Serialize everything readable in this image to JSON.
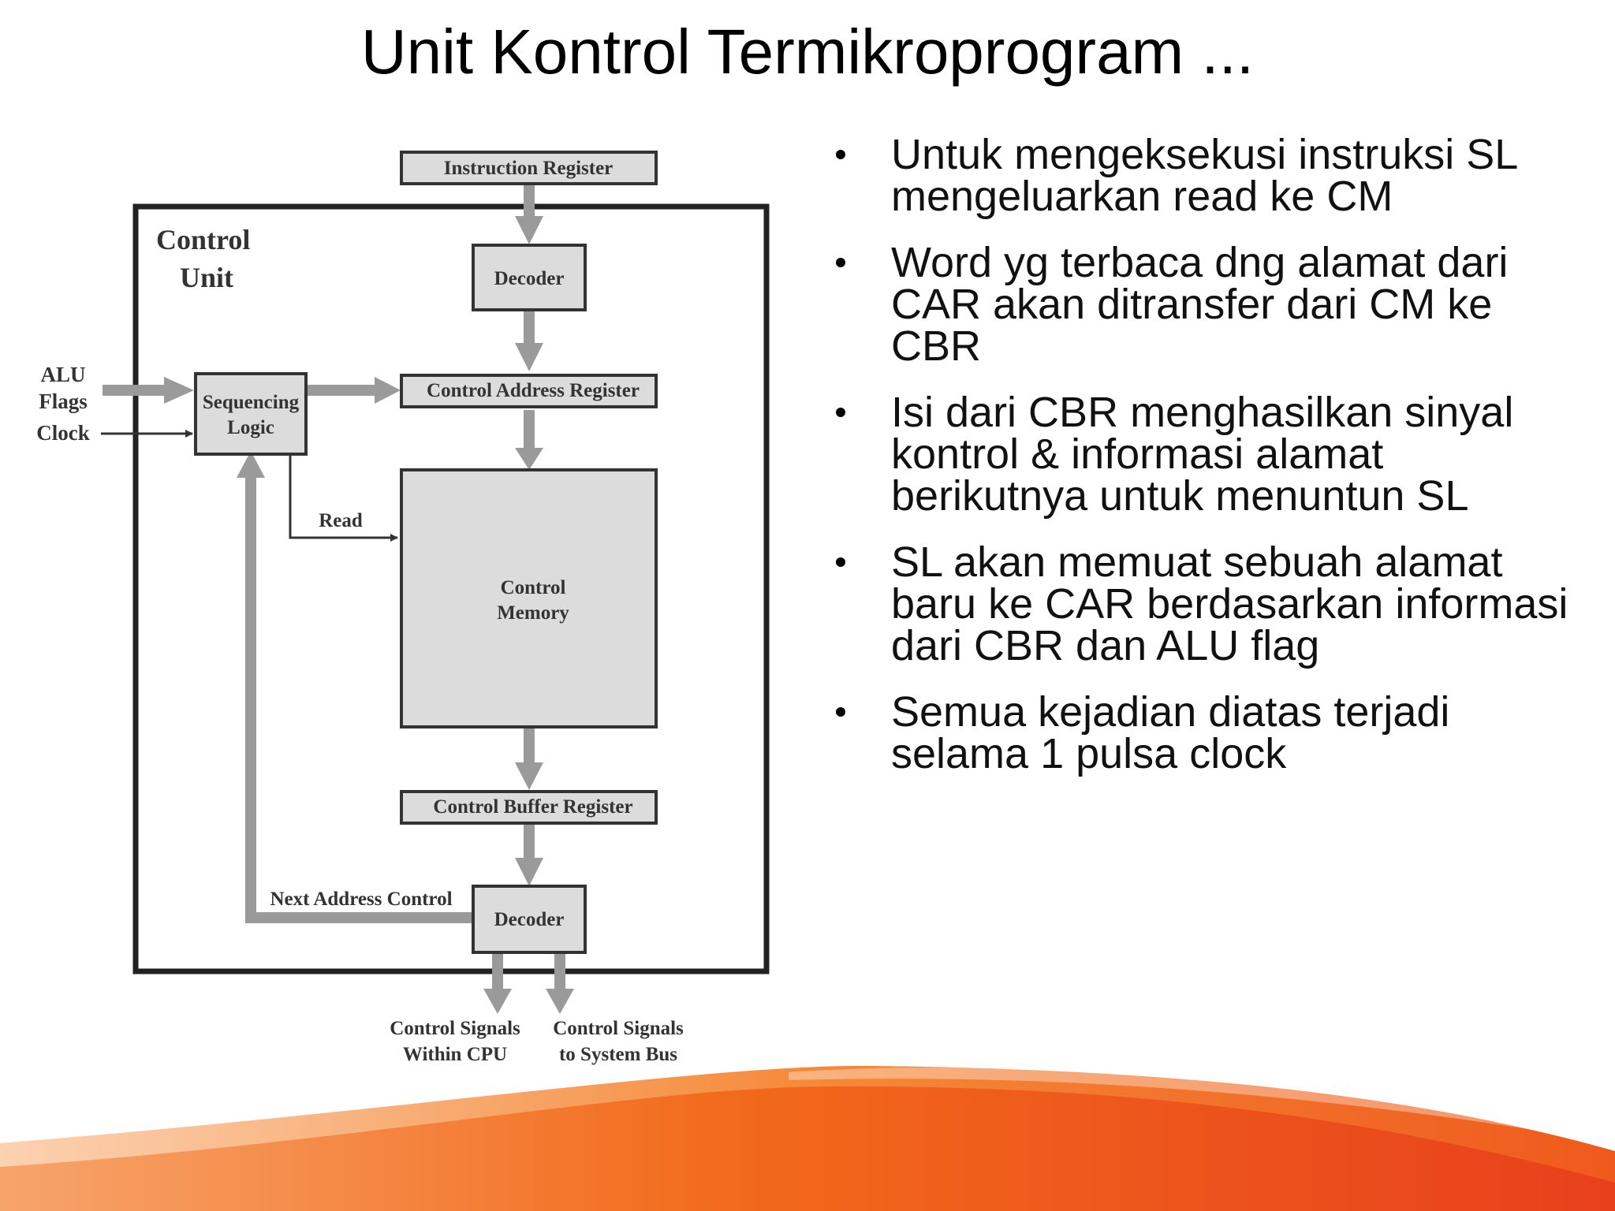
{
  "slide": {
    "title": "Unit Kontrol Termikroprogram ..."
  },
  "diagram": {
    "instruction_register": "Instruction Register",
    "decoder_top": "Decoder",
    "control_unit_line1": "Control",
    "control_unit_line2": "Unit",
    "alu_flags_line1": "ALU",
    "alu_flags_line2": "Flags",
    "clock": "Clock",
    "sequencing_logic_line1": "Sequencing",
    "sequencing_logic_line2": "Logic",
    "control_address_register": "Control Address Register",
    "read": "Read",
    "control_memory_line1": "Control",
    "control_memory_line2": "Memory",
    "control_buffer_register": "Control Buffer Register",
    "next_address_control": "Next Address Control",
    "decoder_bottom": "Decoder",
    "signals_cpu_line1": "Control Signals",
    "signals_cpu_line2": "Within CPU",
    "signals_bus_line1": "Control Signals",
    "signals_bus_line2": "to System Bus"
  },
  "bullets": [
    "Untuk mengeksekusi instruksi SL mengeluarkan read ke CM",
    "Word yg terbaca dng alamat dari CAR akan ditransfer dari CM ke CBR",
    "Isi dari CBR menghasilkan sinyal kontrol & informasi alamat berikutnya untuk menuntun SL",
    "SL akan memuat sebuah alamat baru ke CAR berdasarkan informasi dari CBR dan ALU flag",
    "Semua kejadian diatas terjadi selama 1 pulsa clock"
  ],
  "colors": {
    "block_fill": "#dcdcdc",
    "arrow_gray": "#9a9a9a",
    "accent_orange": "#f26a1b",
    "accent_red": "#e8401c"
  }
}
